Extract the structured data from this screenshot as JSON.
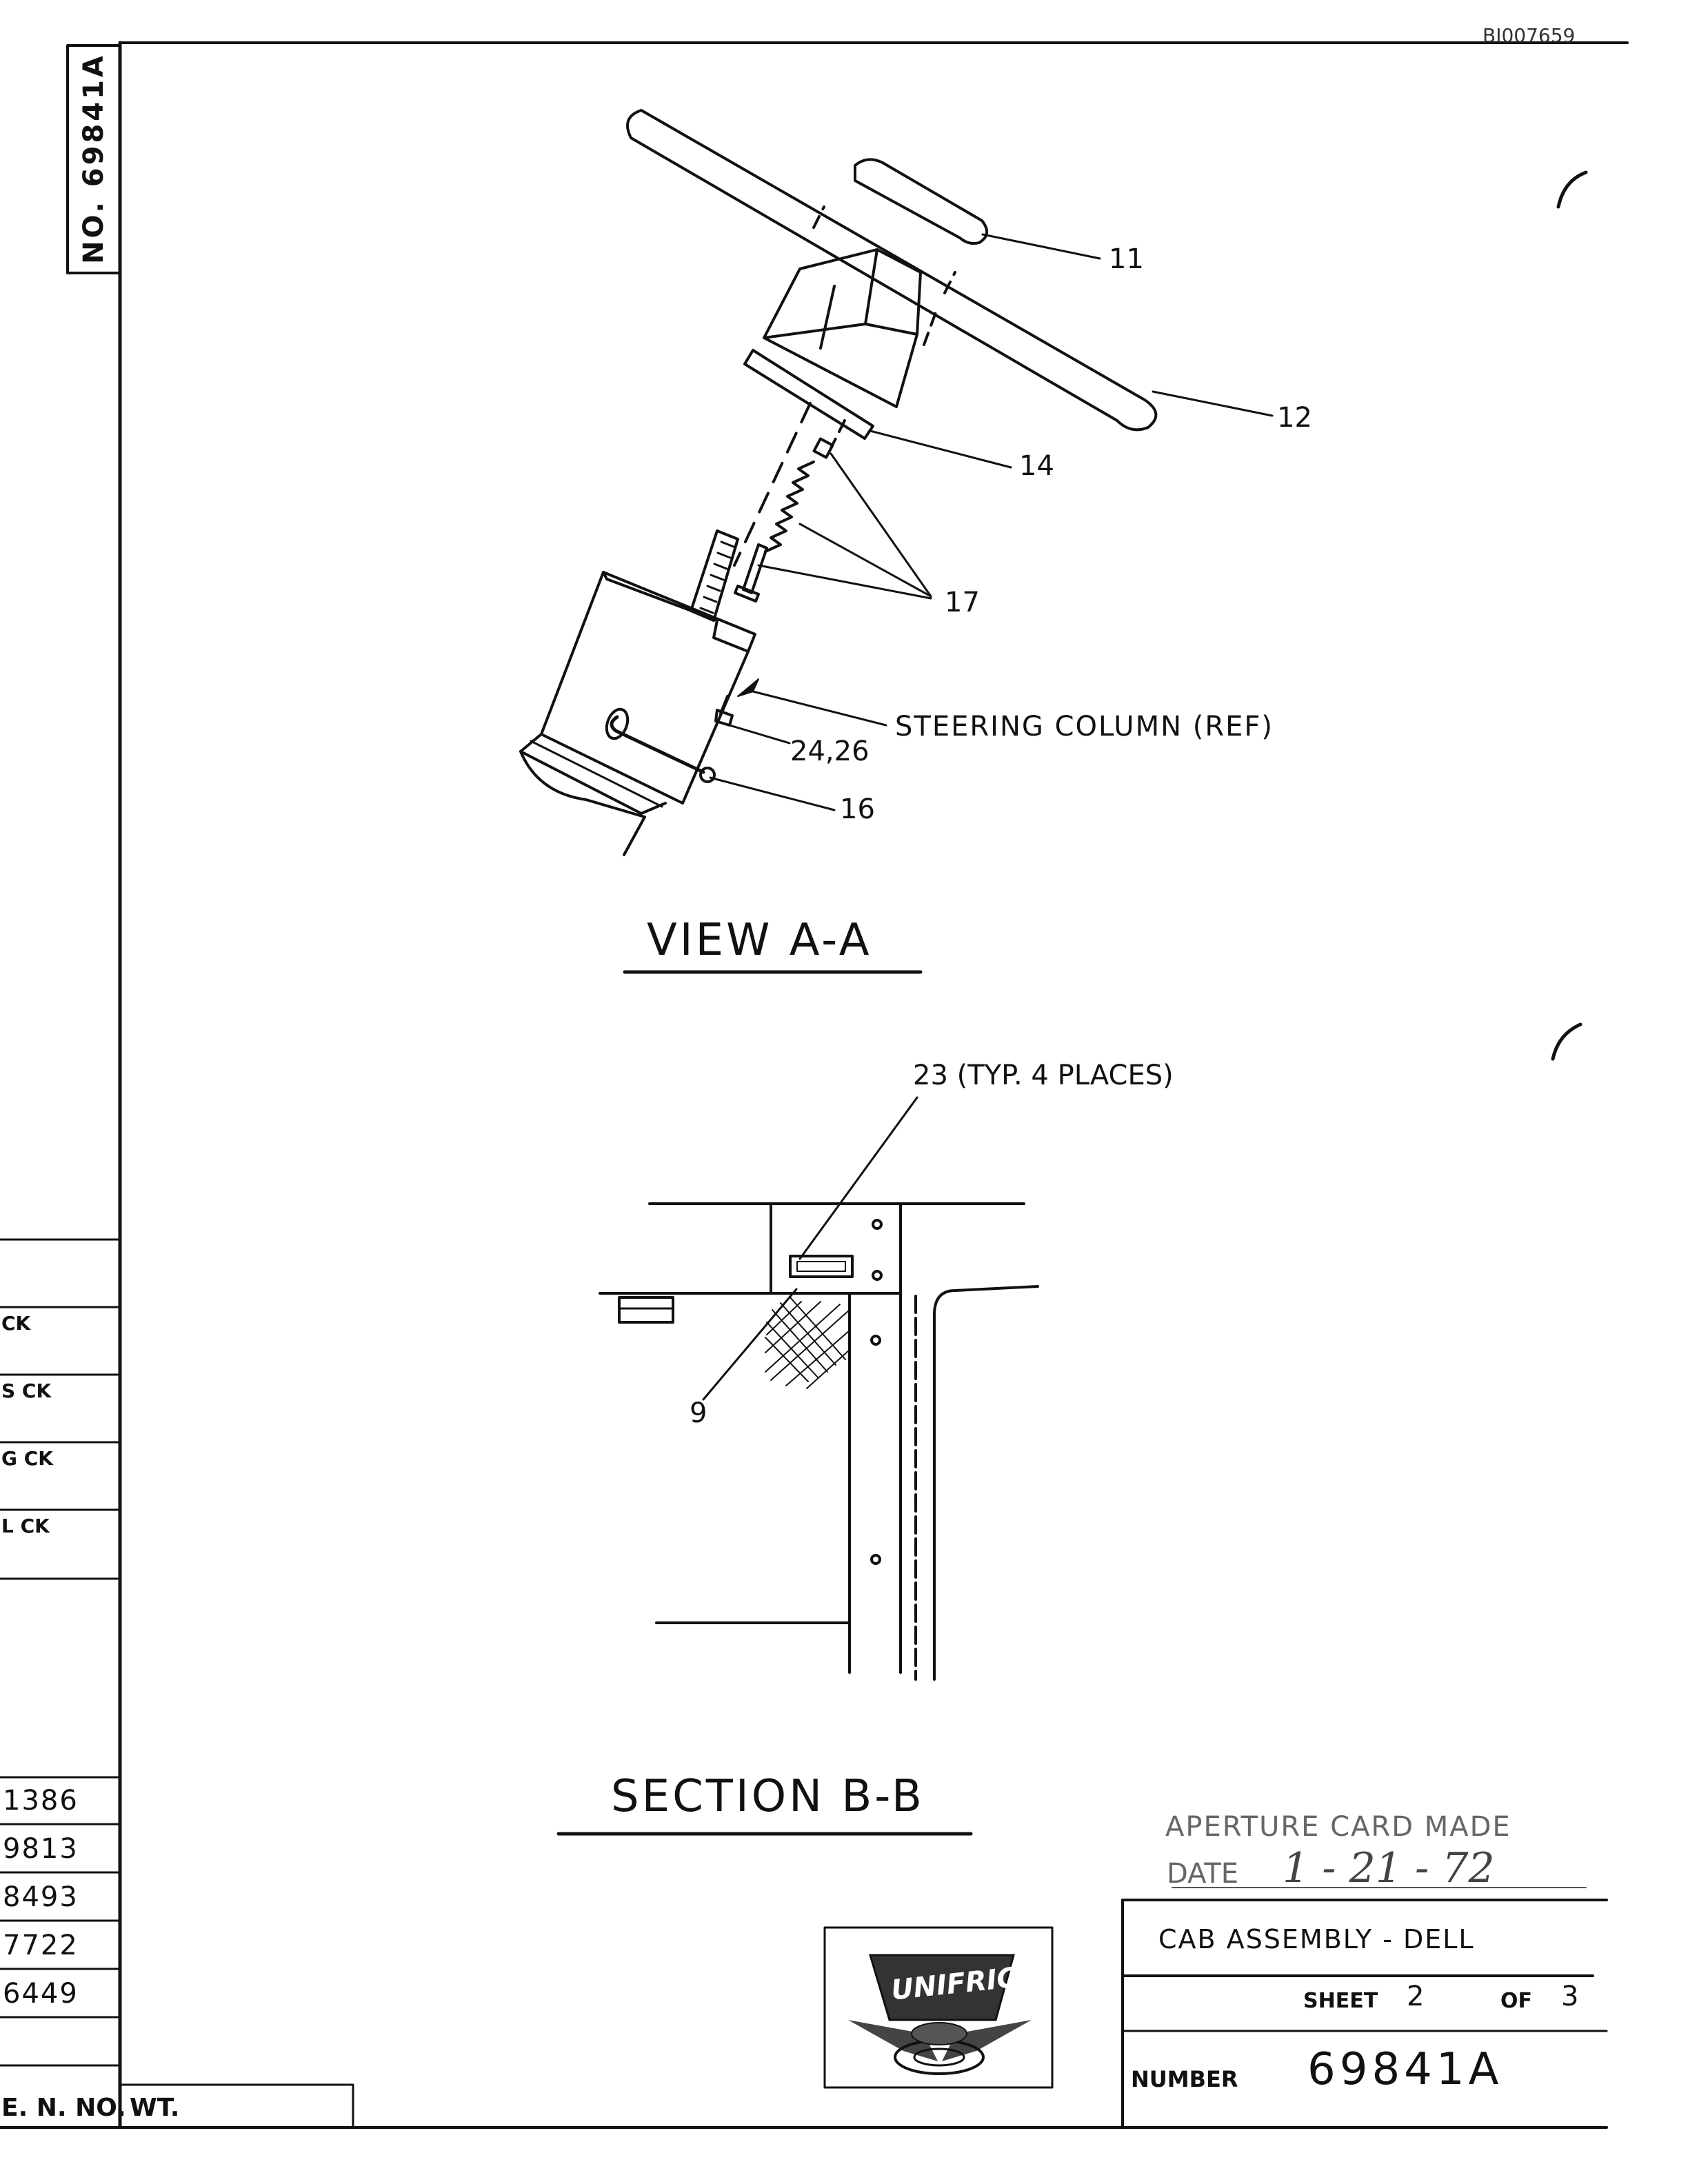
{
  "header": {
    "ref_code": "BI007659"
  },
  "side_stamp": {
    "number": "NO. 69841A"
  },
  "view_a": {
    "title": "VIEW A-A",
    "callouts": {
      "c11": "11",
      "c12": "12",
      "c14": "14",
      "c17": "17",
      "steering": "STEERING  COLUMN (REF)",
      "c2426": "24,26",
      "c16": "16"
    }
  },
  "section_b": {
    "title": "SECTION B-B",
    "callouts": {
      "c23": "23 (TYP. 4 PLACES)",
      "c9": "9"
    }
  },
  "left_block": {
    "check_labels": [
      "CK",
      "S CK",
      "G CK",
      "L CK"
    ],
    "numbers": [
      "1386",
      "9813",
      "8493",
      "7722",
      "6449"
    ],
    "bottom_label": "E. N. NO.",
    "wt_label": "WT."
  },
  "aperture_stamp": {
    "line1": "APERTURE CARD MADE",
    "date_label": "DATE",
    "date_value": "1 - 21 - 72"
  },
  "title_block": {
    "title": "CAB ASSEMBLY - DELL",
    "sheet_label": "SHEET",
    "sheet_num": "2",
    "of_label": "OF",
    "of_num": "3",
    "number_label": "NUMBER",
    "number_value": "69841A"
  },
  "logo": {
    "text": "UNIFRIG"
  }
}
